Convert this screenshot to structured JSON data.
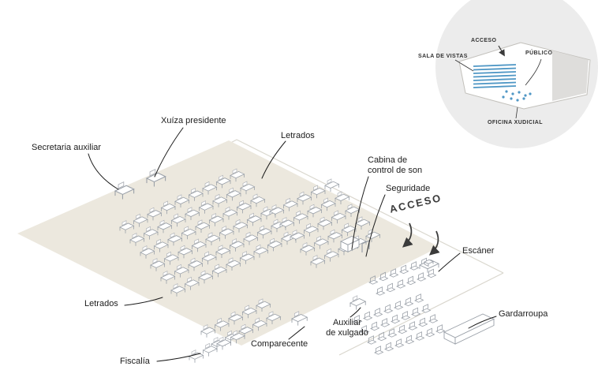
{
  "callouts": {
    "secretaria_auxiliar": "Secretaria auxiliar",
    "xuiza_presidente": "Xuíza presidente",
    "letrados_top": "Letrados",
    "cabina_control_son": "Cabina de\ncontrol de son",
    "seguridade": "Seguridade",
    "escaner": "Escáner",
    "letrados_left": "Letrados",
    "auxiliar_xulgado": "Auxiliar\nde xulgado",
    "comparecente": "Comparecente",
    "fiscalia": "Fiscalía",
    "gardarroupa": "Gardarroupa"
  },
  "access": {
    "label": "ACCESO"
  },
  "inset": {
    "acceso": "ACCESO",
    "sala_de_vistas": "SALA DE VISTAS",
    "publico": "PÚBLICO",
    "oficina_xudicial": "OFICINA XUDICIAL"
  },
  "colors": {
    "floor": "#ece8de",
    "inset_bg": "#ececec",
    "blue": "#4f97c5",
    "furniture_line": "#9aa0a8",
    "wall_line": "#d9d6cd",
    "leader": "#1c1c1c"
  }
}
